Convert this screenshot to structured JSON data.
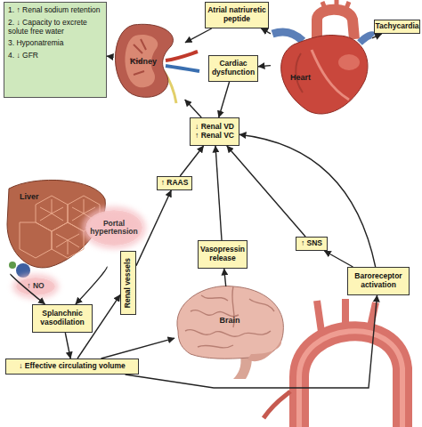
{
  "diagram": {
    "nodes": [
      {
        "text": [
          "1. ↑ Renal sodium retention",
          "2. ↓ Capacity to excrete solute free water",
          "3. Hyponatremia",
          "4. ↓ GFR"
        ]
      },
      {
        "text": [
          "Kidney"
        ]
      },
      {
        "text": [
          "Atrial natriuretic peptide"
        ]
      },
      {
        "text": [
          "Heart"
        ]
      },
      {
        "text": [
          "Tachycardia"
        ]
      },
      {
        "text": [
          "Cardiac dysfunction"
        ]
      },
      {
        "text": [
          "↓ Renal VD",
          "↑ Renal VC"
        ]
      },
      {
        "text": [
          "↑ RAAS"
        ]
      },
      {
        "text": [
          "Liver"
        ]
      },
      {
        "text": [
          "Portal hypertension"
        ]
      },
      {
        "text": [
          "↑ NO"
        ]
      },
      {
        "text": [
          "Splanchnic vasodilation"
        ]
      },
      {
        "text": [
          "Renal vessels"
        ]
      },
      {
        "text": [
          "Vasopressin release"
        ]
      },
      {
        "text": [
          "↑ SNS"
        ]
      },
      {
        "text": [
          "Brain"
        ]
      },
      {
        "text": [
          "Baroreceptor activation"
        ]
      },
      {
        "text": [
          "↓ Effective circulating volume"
        ]
      }
    ],
    "edges": [
      {
        "from": 1,
        "to": 0,
        "arrow": "to"
      },
      {
        "from": 2,
        "to": 1,
        "arrow": "to"
      },
      {
        "from": 3,
        "to": 2,
        "arrow": "to"
      },
      {
        "from": 3,
        "to": 4,
        "arrow": "to"
      },
      {
        "from": 3,
        "to": 5,
        "arrow": "to"
      },
      {
        "from": 5,
        "to": 6,
        "arrow": "to"
      },
      {
        "from": 6,
        "to": 1,
        "arrow": "to"
      },
      {
        "from": 7,
        "to": 6,
        "arrow": "to"
      },
      {
        "from": 13,
        "to": 6,
        "arrow": "to"
      },
      {
        "from": 14,
        "to": 6,
        "arrow": "to"
      },
      {
        "from": 16,
        "to": 6,
        "arrow": "to"
      },
      {
        "from": 16,
        "to": 14,
        "arrow": "to"
      },
      {
        "from": 15,
        "to": 13,
        "arrow": "to"
      },
      {
        "from": 12,
        "to": 7,
        "arrow": "to"
      },
      {
        "from": 17,
        "to": 12,
        "arrow": "to"
      },
      {
        "from": 17,
        "to": 15,
        "arrow": "to"
      },
      {
        "from": 17,
        "to": 16,
        "arrow": "to"
      },
      {
        "from": 11,
        "to": 17,
        "arrow": "to"
      },
      {
        "from": 8,
        "to": 11,
        "arrow": "to"
      },
      {
        "from": 8,
        "to": 11,
        "arrow": "to"
      }
    ]
  }
}
